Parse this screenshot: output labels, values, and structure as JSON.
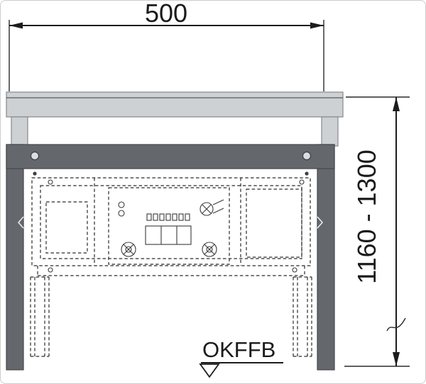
{
  "colors": {
    "background": "#ffffff",
    "line": "#1c1c1e",
    "frame_light": "#ced1d3",
    "frame_dark": "#64686c"
  },
  "dimensions": {
    "width": {
      "label": "500"
    },
    "height": {
      "label": "1160 - 1300"
    }
  },
  "floor": {
    "label": "OKFFB"
  }
}
